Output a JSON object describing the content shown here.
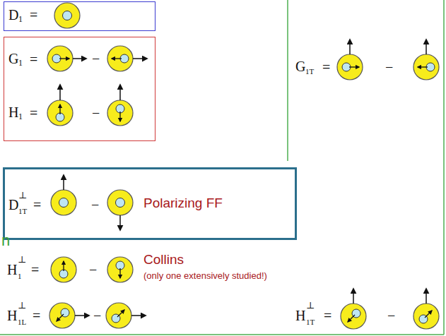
{
  "diagram": {
    "nodes": [
      {
        "text": [
          "D",
          "1",
          "="
        ]
      },
      {
        "text": [
          "G",
          "1",
          "=",
          "−",
          "H",
          "1",
          "=",
          "−"
        ]
      },
      {
        "text": [
          "D",
          "⊥",
          "1T",
          "=",
          "−",
          "Polarizing FF"
        ]
      }
    ],
    "labels": [
      "G",
      "1T",
      "=",
      "−",
      "H",
      "⊥",
      "1",
      "=",
      "−",
      "Collins",
      "(only one extensively studied!)",
      "H",
      "⊥",
      "1L",
      "=",
      "−",
      "H",
      "⊥",
      "1T",
      "=",
      "−",
      "n"
    ]
  }
}
